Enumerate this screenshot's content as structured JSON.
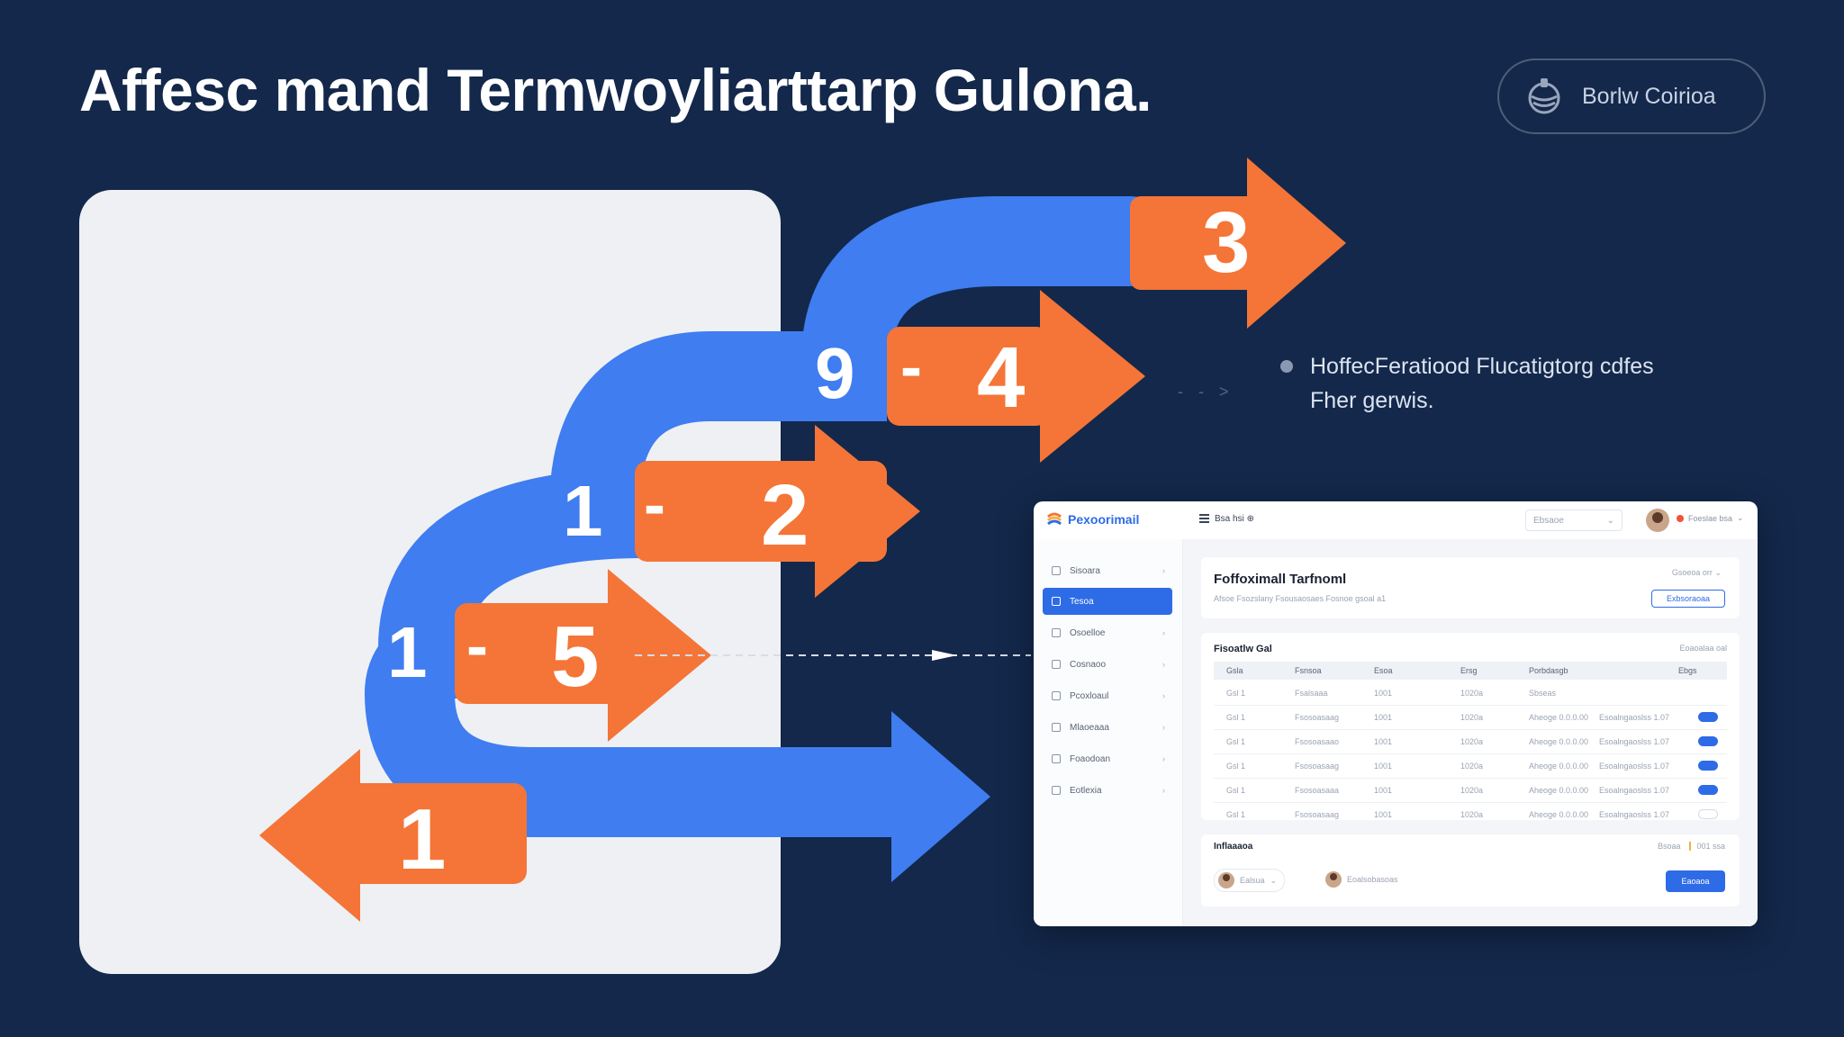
{
  "header": {
    "title": "Affesc mand Termwoyliarttarp Gulona.",
    "pill_label": "Borlw Coirioa"
  },
  "colors": {
    "background": "#13284b",
    "blue": "#3f7df0",
    "orange": "#f47537",
    "panel": "#eef0f4"
  },
  "arrows": {
    "numbers": [
      "3",
      "9",
      "4",
      "1",
      "2",
      "1",
      "5",
      "1"
    ],
    "dash": "-"
  },
  "note": {
    "line1": "HoffecFeratiood Flucatigtorg cdfes",
    "line2": "Fher gerwis.",
    "arrow_glyph": "- - >"
  },
  "dashboard": {
    "brand": "Pexoorimail",
    "menu_label": "Bsa hsi ⊕",
    "select_value": "Ebsaoe",
    "user_label": "Foeslae bsa",
    "sidebar": [
      {
        "label": "Sisoara",
        "icon": "home-icon"
      },
      {
        "label": "Tesoa",
        "icon": "grid-icon",
        "active": true
      },
      {
        "label": "Osoelloe",
        "icon": "file-icon"
      },
      {
        "label": "Cosnaoo",
        "icon": "chart-icon"
      },
      {
        "label": "Pcoxloaul",
        "icon": "settings-icon"
      },
      {
        "label": "Mlaoeaaa",
        "icon": "mail-icon"
      },
      {
        "label": "Foaodoan",
        "icon": "bag-icon"
      },
      {
        "label": "Eotlexia",
        "icon": "doc-icon"
      }
    ],
    "card1": {
      "title": "Foffoximall Tarfnoml",
      "subtitle": "Afsoe Fsozslany Fsousaosaes Fosnoe gsoal a1",
      "right_label": "Gsoeoa orr",
      "button": "Exbsoraoaa"
    },
    "card2": {
      "title": "Fisoatlw Gal",
      "right_label": "Eoaoalaa oal",
      "columns": [
        "Gsla",
        "Fsnsoa",
        "Esoa",
        "Ersg",
        "Porbdasgb",
        "Ebgs"
      ],
      "rows": [
        [
          "Gsl 1",
          "Fsalsaaa",
          "1001",
          "1020a",
          "Sbseas",
          ""
        ],
        [
          "Gsl 1",
          "Fsosoasaag",
          "1001",
          "1020a",
          "Aheoge 0.0.0.00",
          "Esoalngaoslss 1.07"
        ],
        [
          "Gsl 1",
          "Fsosoasaao",
          "1001",
          "1020a",
          "Aheoge 0.0.0.00",
          "Esoalngaoslss 1.07"
        ],
        [
          "Gsl 1",
          "Fsosoasaag",
          "1001",
          "1020a",
          "Aheoge 0.0.0.00",
          "Esoalngaoslss 1.07"
        ],
        [
          "Gsl 1",
          "Fsosoasaaa",
          "1001",
          "1020a",
          "Aheoge 0.0.0.00",
          "Esoalngaoslss 1.07"
        ],
        [
          "Gsl 1",
          "Fsosoasaag",
          "1001",
          "1020a",
          "Aheoge 0.0.0.00",
          "Esoalngaoslss 1.07"
        ]
      ]
    },
    "card3": {
      "title": "Inflaaaoa",
      "right_a": "Bsoaa",
      "right_b": "001 ssa",
      "user1": "Ealsua",
      "user2": "Eoalsobasoas",
      "button": "Eaoaoa"
    }
  }
}
